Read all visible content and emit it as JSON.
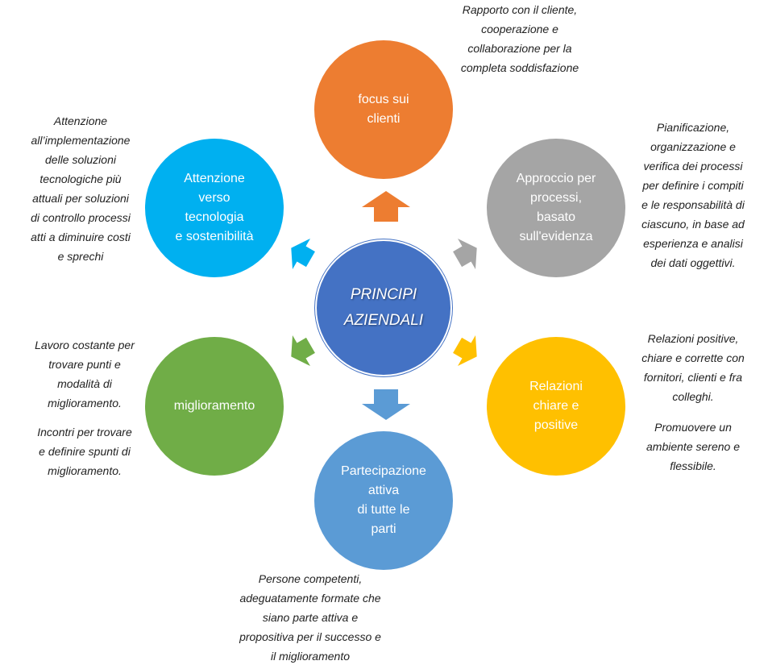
{
  "center": {
    "label": "PRINCIPI\nAZIENDALI",
    "color": "#4472c4"
  },
  "nodes": {
    "focus": {
      "label": "focus sui\nclienti",
      "color": "#ed7d31"
    },
    "technology": {
      "label": "Attenzione\nverso\ntecnologia\ne sostenibilità",
      "color": "#00b0f0"
    },
    "process": {
      "label": "Approccio per\nprocessi,\nbasato\nsull'evidenza",
      "color": "#a5a5a5"
    },
    "improvement": {
      "label": "miglioramento",
      "color": "#70ad47"
    },
    "relations": {
      "label": "Relazioni\nchiare e\npositive",
      "color": "#ffc000"
    },
    "participation": {
      "label": "Partecipazione\nattiva\ndi tutte le\nparti",
      "color": "#5b9bd5"
    }
  },
  "descriptions": {
    "focus": "Rapporto con il cliente,\ncooperazione e\ncollaborazione per la\ncompleta soddisfazione",
    "technology": "Attenzione\nall’implementazione\ndelle soluzioni\ntecnologiche più\nattuali per soluzioni\ndi controllo processi\natti a diminuire costi\ne sprechi",
    "process": "Pianificazione,\norganizzazione e\nverifica dei processi\nper definire i compiti\ne le responsabilità di\nciascuno, in base ad\nesperienza e analisi\ndei dati oggettivi.",
    "improvement_1": "Lavoro costante per\ntrovare punti e\nmodalità di\nmiglioramento.",
    "improvement_2": "Incontri per trovare\ne definire spunti di\nmiglioramento.",
    "relations_1": "Relazioni positive,\nchiare e corrette con\nfornitori, clienti e fra\ncolleghi.",
    "relations_2": "Promuovere un\nambiente sereno e\nflessibile.",
    "participation": "Persone competenti,\nadeguatamente formate che\nsiano parte attiva e\npropositiva per il successo e\nil miglioramento"
  }
}
